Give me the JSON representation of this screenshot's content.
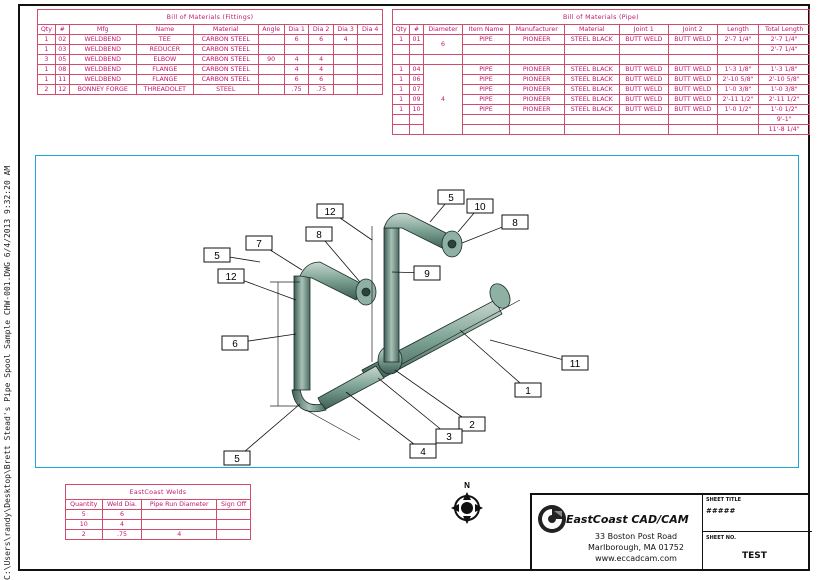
{
  "side_text": "C:\\Users\\randy\\Desktop\\Brett Stead's Pipe Spool Sample CHW-001.DWG  6/4/2013  9:32:20 AM",
  "fittings": {
    "title": "Bill of Materials (Fittings)",
    "headers": [
      "Qty",
      "#",
      "Mfg",
      "Name",
      "Material",
      "Angle",
      "Dia 1",
      "Dia 2",
      "Dia 3",
      "Dia 4"
    ],
    "rows": [
      [
        "1",
        "02",
        "WELDBEND",
        "TEE",
        "CARBON STEEL",
        "",
        "6",
        "6",
        "4",
        ""
      ],
      [
        "1",
        "03",
        "WELDBEND",
        "REDUCER",
        "CARBON STEEL",
        "",
        "",
        "",
        "",
        ""
      ],
      [
        "3",
        "05",
        "WELDBEND",
        "ELBOW",
        "CARBON STEEL",
        "90",
        "4",
        "4",
        "",
        ""
      ],
      [
        "1",
        "08",
        "WELDBEND",
        "FLANGE",
        "CARBON STEEL",
        "",
        "4",
        "4",
        "",
        ""
      ],
      [
        "1",
        "11",
        "WELDBEND",
        "FLANGE",
        "CARBON STEEL",
        "",
        "6",
        "6",
        "",
        ""
      ],
      [
        "2",
        "12",
        "BONNEY FORGE",
        "THREADOLET",
        "STEEL",
        "",
        ".75",
        ".75",
        "",
        ""
      ]
    ]
  },
  "pipe": {
    "title": "Bill of Materials (Pipe)",
    "headers": [
      "Qty",
      "#",
      "Diameter",
      "Item Name",
      "Manufacturer",
      "Material",
      "Joint 1",
      "Joint 2",
      "Length",
      "Total Length"
    ],
    "group1": {
      "diameter": "6",
      "rows": [
        [
          "1",
          "01",
          "PIPE",
          "PIONEER",
          "STEEL BLACK",
          "BUTT WELD",
          "BUTT WELD",
          "2'-7 1/4\"",
          "2'-7 1/4\""
        ]
      ],
      "subtotal": "2'-7 1/4\""
    },
    "group2": {
      "diameter": "4",
      "rows": [
        [
          "1",
          "04",
          "PIPE",
          "PIONEER",
          "STEEL BLACK",
          "BUTT WELD",
          "BUTT WELD",
          "1'-3 1/8\"",
          "1'-3 1/8\""
        ],
        [
          "1",
          "06",
          "PIPE",
          "PIONEER",
          "STEEL BLACK",
          "BUTT WELD",
          "BUTT WELD",
          "2'-10 5/8\"",
          "2'-10 5/8\""
        ],
        [
          "1",
          "07",
          "PIPE",
          "PIONEER",
          "STEEL BLACK",
          "BUTT WELD",
          "BUTT WELD",
          "1'-0 3/8\"",
          "1'-0 3/8\""
        ],
        [
          "1",
          "09",
          "PIPE",
          "PIONEER",
          "STEEL BLACK",
          "BUTT WELD",
          "BUTT WELD",
          "2'-11 1/2\"",
          "2'-11 1/2\""
        ],
        [
          "1",
          "10",
          "PIPE",
          "PIONEER",
          "STEEL BLACK",
          "BUTT WELD",
          "BUTT WELD",
          "1'-0 1/2\"",
          "1'-0 1/2\""
        ]
      ],
      "subtotal": "9'-1\"",
      "grand_total": "11'-8 1/4\""
    }
  },
  "welds": {
    "title": "EastCoast Welds",
    "headers": [
      "Quantity",
      "Weld Dia.",
      "Pipe Run Diameter",
      "Sign Off"
    ],
    "rows": [
      [
        "5",
        "6",
        "",
        ""
      ],
      [
        "10",
        "4",
        "",
        ""
      ],
      [
        "2",
        ".75",
        "4",
        ""
      ]
    ]
  },
  "callouts": [
    "5",
    "10",
    "12",
    "8",
    "7",
    "8",
    "5",
    "9",
    "12",
    "6",
    "11",
    "1",
    "2",
    "3",
    "4",
    "5"
  ],
  "north_label": "N",
  "title_block": {
    "company": "EastCoast CAD/CAM",
    "address_line1": "33 Boston Post Road",
    "address_line2": "Marlborough, MA 01752",
    "website": "www.eccadcam.com",
    "sheet_title_label": "SHEET TITLE",
    "sheet_title_value": "#####",
    "sheet_no_label": "SHEET NO.",
    "sheet_no_value": "TEST"
  },
  "colors": {
    "bom": "#c2186b",
    "viewport": "#19a7d9",
    "pipe": "#6f9a8c"
  }
}
